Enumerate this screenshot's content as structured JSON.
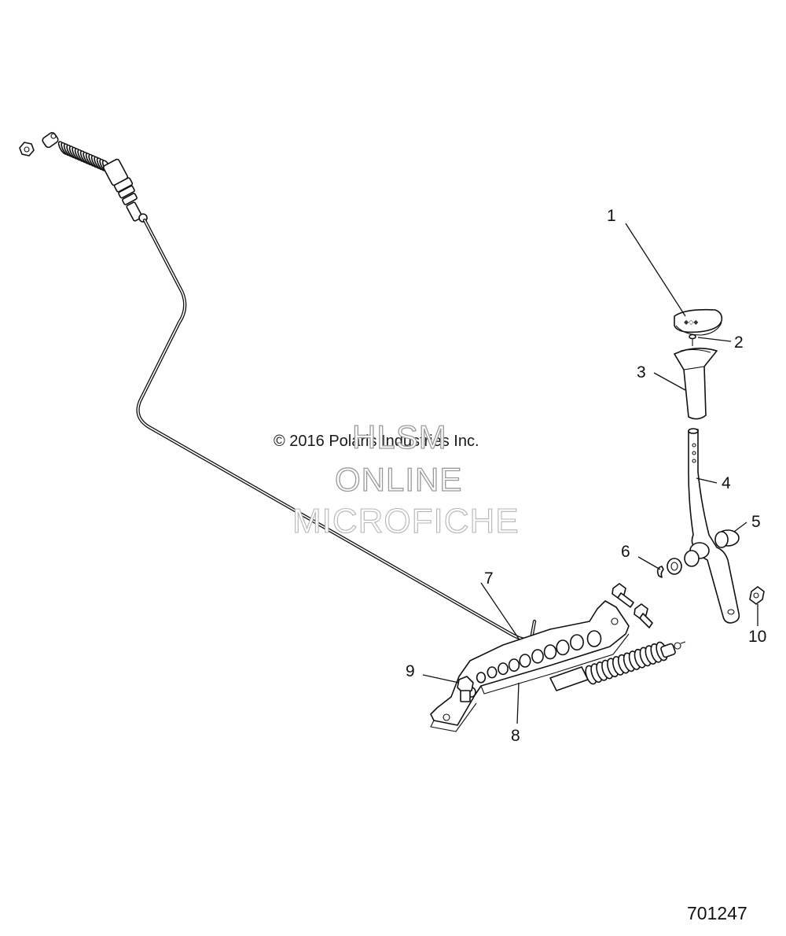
{
  "copyright": "© 2016 Polaris Industries Inc.",
  "watermark": {
    "line1": "HLSM",
    "line2": "ONLINE",
    "line3": "MICROFICHE"
  },
  "document_number": "701247",
  "callouts": [
    "1",
    "2",
    "3",
    "4",
    "5",
    "6",
    "7",
    "8",
    "9",
    "10"
  ]
}
